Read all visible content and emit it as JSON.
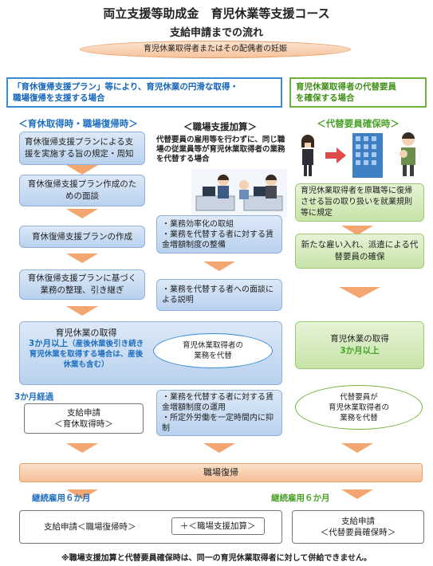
{
  "title": "両立支援等助成金　育児休業等支援コース",
  "subtitle": "支給申請までの流れ",
  "start": "育児休業取得者またはその配偶者の妊娠",
  "left_header": {
    "line1": "「育休復帰支援プラン」等により、育児休業の円滑な取得・",
    "line2": "職場復帰を支援する場合"
  },
  "right_header": {
    "line1": "育児休業取得者の代替要員",
    "line2": "を確保する場合"
  },
  "col1": {
    "heading": "＜育休取得時・職場復帰時＞",
    "box1": "育休復帰支援プランによる支援を実施する旨の規定・周知",
    "box2": "育休復帰支援プラン作成のための面談",
    "box3": "育休復帰支援プランの作成",
    "box4": "育休復帰支援プランに基づく業務の整理、引き継ぎ",
    "leave_label": "育児休業の取得",
    "leave_period": "3か月以上",
    "leave_note": "（産後休業後引き続き育児休業を取得する場合は、産後休業も含む）",
    "elapsed": "3か月経過",
    "apply_line1": "支給申請",
    "apply_line2": "＜育休取得時＞"
  },
  "col2": {
    "heading": "＜職場支援加算＞",
    "desc": "代替要員の雇用等を行わずに、同じ職場の従業員等が育児休業取得者の業務を代替する場合",
    "box1_line1": "・業務効率化の取組",
    "box1_line2": "・業務を代替する者に対する賃金増額制度の整備",
    "box2": "・業務を代替する者への面談による説明",
    "oval_line1": "育児休業取得者の",
    "oval_line2": "業務を代替",
    "box3_line1": "・業務を代替する者に対する賃金増額制度の運用",
    "box3_line2": "・所定外労働を一定時間内に抑制"
  },
  "col3": {
    "heading": "＜代替要員確保時＞",
    "box1": "育児休業取得者を原職等に復帰させる旨の取り扱いを就業規則等に規定",
    "box2": "新たな雇い入れ、派遣による代替要員の確保",
    "leave_label": "育児休業の取得",
    "leave_period": "3か月以上",
    "oval_line1": "代替要員が",
    "oval_line2": "育児休業取得者の",
    "oval_line3": "業務を代替",
    "apply_line1": "支給申請",
    "apply_line2": "＜代替要員確保時＞"
  },
  "return_band": "職場復帰",
  "left_continuous": "継続雇用６か月",
  "right_continuous": "継続雇用６か月",
  "final_left": "支給申請＜職場復帰時＞",
  "final_mid": "＋＜職場支援加算＞",
  "note": "※職場支援加算と代替要員確保時は、同一の育児休業取得者に対して併給できません。"
}
